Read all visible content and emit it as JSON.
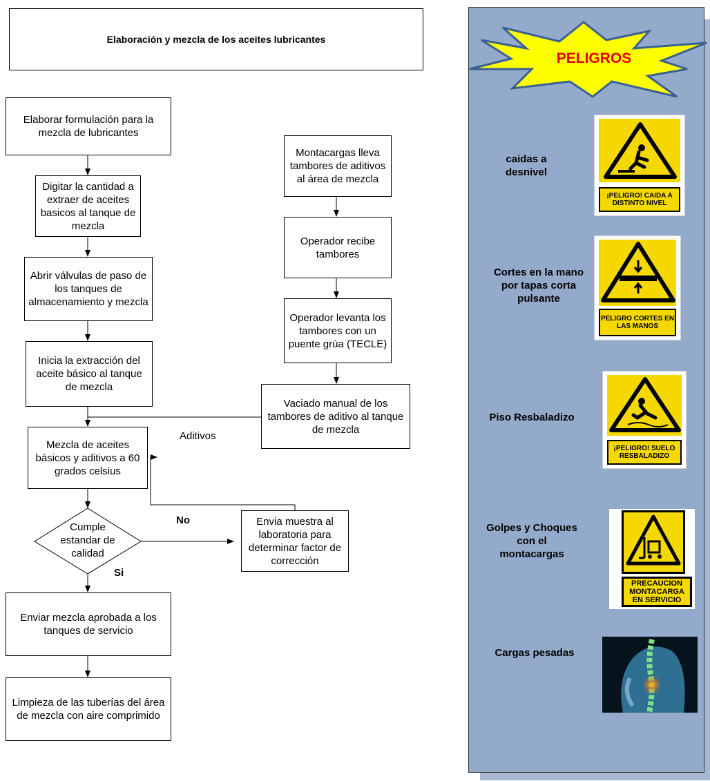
{
  "title": "Elaboración y mezcla de los aceites lubricantes",
  "left_steps": [
    "Elaborar formulación para la mezcla de lubricantes",
    "Digitar la cantidad a extraer de aceites basicos al tanque de mezcla",
    "Abrir válvulas de paso de los tanques de almacenamiento y mezcla",
    "Inicia la extracción del aceite básico al tanque de mezcla",
    "Mezcla de aceites básicos y aditivos a 60 grados celsius"
  ],
  "decision": "Cumple estandar de calidad",
  "decision_yes": "Si",
  "decision_no": "No",
  "sample_step": "Envia muestra al laboratoria para determinar factor de corrección",
  "final_steps": [
    "Enviar mezcla aprobada a los tanques de servicio",
    "Limpieza de las tuberías del área de mezcla con aire comprimido"
  ],
  "right_steps": [
    "Montacargas lleva tambores de aditivos al área de mezcla",
    "Operador recibe tambores",
    "Operador levanta los tambores con un puente grúa (TECLE)",
    "Vaciado manual de los tambores de aditivo al tanque de mezcla"
  ],
  "aditivos_label": "Aditivos",
  "hazards_title": "PELIGROS",
  "hazards": [
    {
      "label": "caidas a desnivel",
      "sign_text": "¡PELIGRO! CAIDA A DISTINTO NIVEL"
    },
    {
      "label": "Cortes en la mano por tapas corta pulsante",
      "sign_text": "PELIGRO CORTES EN LAS MANOS"
    },
    {
      "label": "Piso Resbaladizo",
      "sign_text": "¡PELIGRO! SUELO RESBALADIZO"
    },
    {
      "label": "Golpes y Choques con el montacargas",
      "sign_text": "PRECAUCION MONTACARGA EN SERVICIO"
    },
    {
      "label": "Cargas pesadas",
      "sign_text": ""
    }
  ],
  "colors": {
    "panel": "#94aacb",
    "burst_fill": "#ffff00",
    "burst_text": "#e60000",
    "sign_yellow": "#f5d800"
  }
}
